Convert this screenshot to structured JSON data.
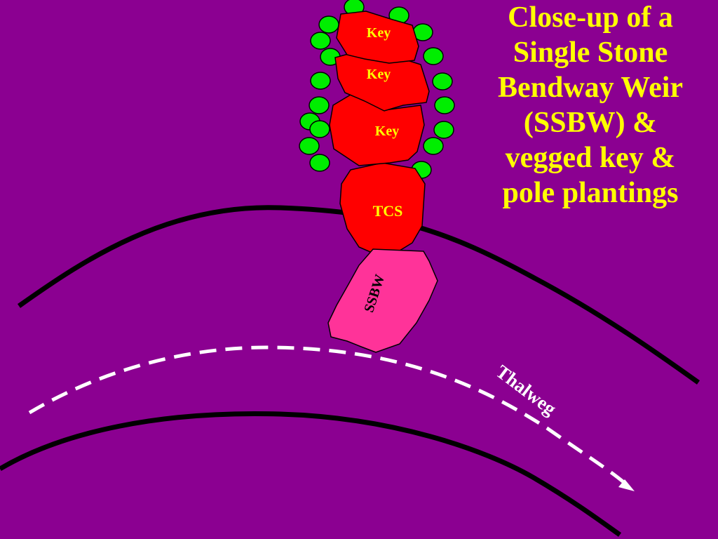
{
  "slide": {
    "title": "Close-up of a\nSingle Stone\nBendway Weir\n(SSBW) &\nvegged key &\npole plantings"
  },
  "labels": {
    "key_top": "Key",
    "key_middle": "Key",
    "key_bottom": "Key",
    "tcs": "TCS",
    "ssbw": "SSBW",
    "thalweg": "Thalweg"
  },
  "colors": {
    "background": "#8B0091",
    "title": "#FFFF00",
    "key_rock": "#FF0000",
    "tcs_rock": "#FF0000",
    "ssbw_rock": "#FF3399",
    "pole_planting": "#00EE00",
    "label_on_rock": "#FFFF00",
    "ssbw_label": "#000000",
    "bank_line": "#000000",
    "thalweg_line": "#FFFFFF"
  }
}
